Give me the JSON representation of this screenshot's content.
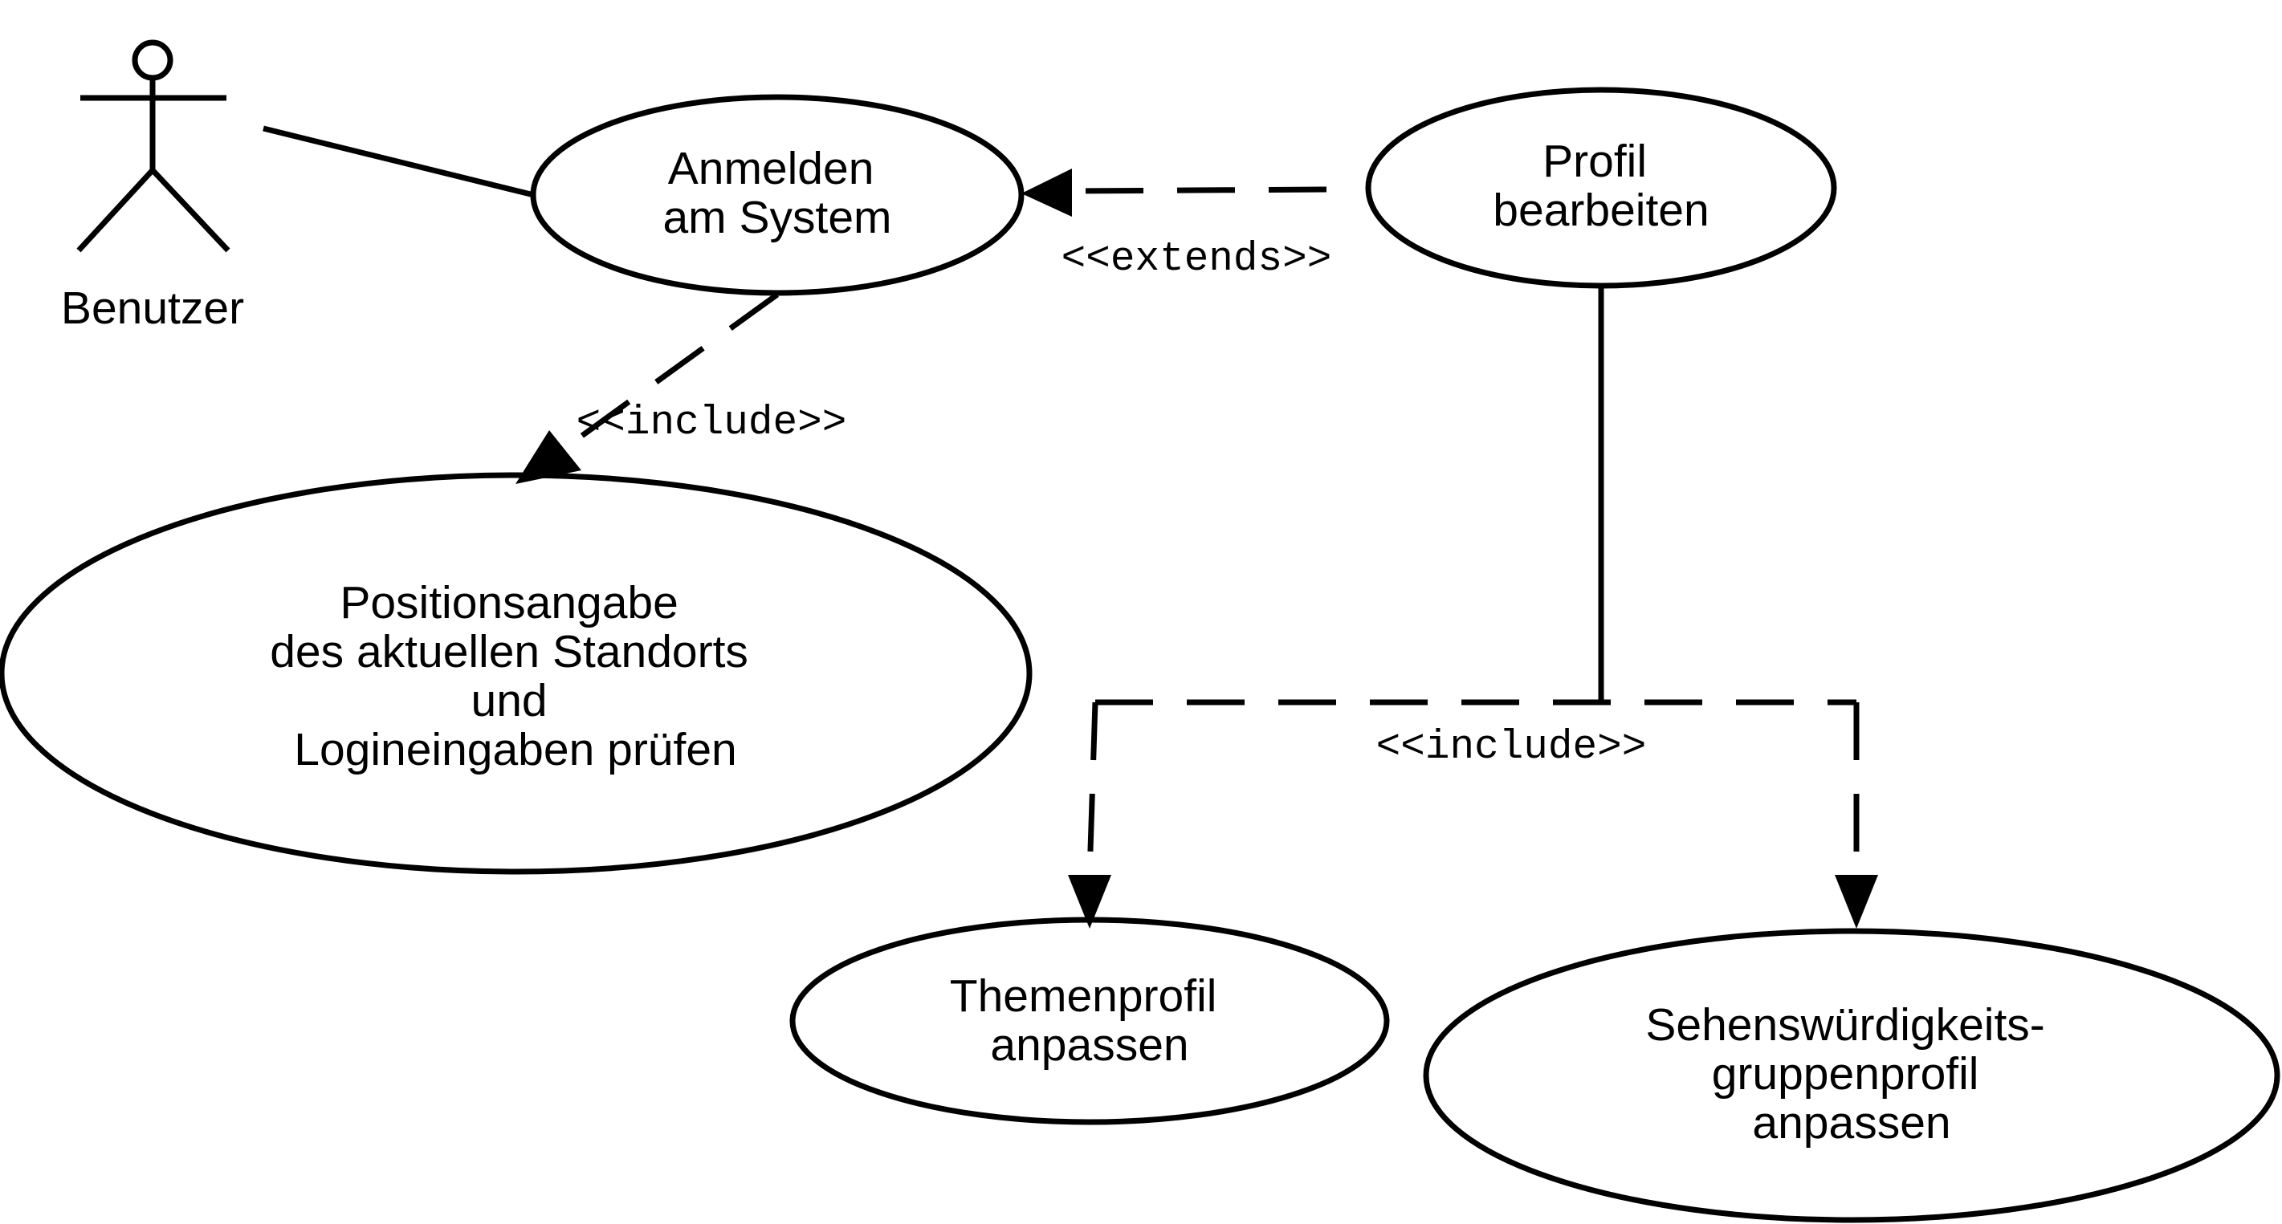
{
  "actor": {
    "label": "Benutzer",
    "icon": "stick-figure-icon"
  },
  "use_cases": {
    "anmelden": [
      "Anmelden",
      "am System"
    ],
    "profil": [
      "Profil",
      "bearbeiten"
    ],
    "position": [
      "Positionsangabe",
      "des aktuellen Standorts",
      "und",
      "Logineingaben prüfen"
    ],
    "themen": [
      "Themenprofil",
      "anpassen"
    ],
    "sehens": [
      "Sehenswürdigkeits-",
      "gruppenprofil",
      "anpassen"
    ]
  },
  "relations": {
    "extends_label": "<<extends>>",
    "include_label_left": "<<include>>",
    "include_label_right": "<<include>>"
  },
  "colors": {
    "stroke": "#000000",
    "background": "#ffffff"
  }
}
